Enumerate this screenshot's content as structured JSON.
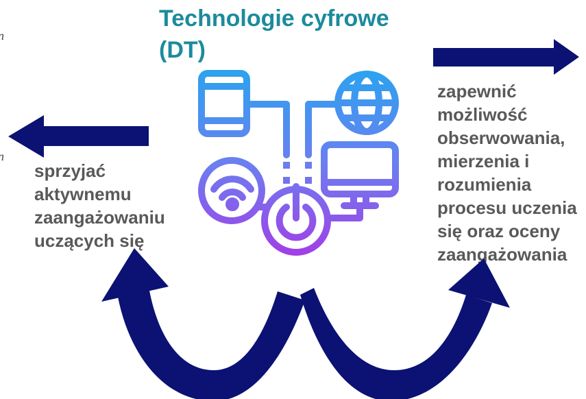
{
  "title": {
    "line1": "Technologie cyfrowe",
    "line2": "(DT)"
  },
  "left_caption": {
    "lines": [
      "sprzyjać",
      "aktywnemu",
      "zaangażowaniu",
      "uczących się"
    ]
  },
  "right_caption": {
    "lines": [
      "zapewnić",
      "możliwość",
      "obserwowania,",
      "mierzenia i",
      "rozumienia",
      "procesu uczenia",
      "się oraz oceny",
      "zaangażowania"
    ]
  },
  "edge_fragments": [
    "n",
    "n"
  ],
  "icons": [
    "phone-icon",
    "globe-icon",
    "monitor-icon",
    "wifi-icon",
    "power-button-icon",
    "arrow-left-icon",
    "arrow-right-icon",
    "curved-arrow-up-left-icon",
    "curved-arrow-up-right-icon"
  ],
  "colors": {
    "title": "#1b8b9c",
    "caption": "#595959",
    "arrow": "#0b1273",
    "icon_gradient": [
      "#2aa3ef",
      "#6b7ff0",
      "#a23ee6"
    ]
  }
}
